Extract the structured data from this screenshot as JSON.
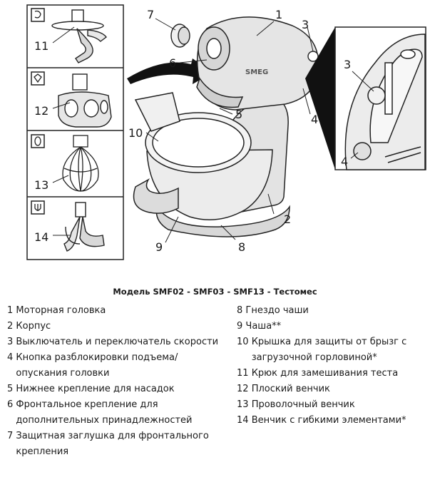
{
  "figure": {
    "callouts": {
      "c1": "1",
      "c2": "2",
      "c3": "3",
      "c3b": "3",
      "c4": "4",
      "c4b": "4",
      "c5": "5",
      "c6": "6",
      "c7": "7",
      "c8": "8",
      "c9": "9",
      "c10": "10",
      "c11": "11",
      "c12": "12",
      "c13": "13",
      "c14": "14"
    },
    "logo_text": "SMEG"
  },
  "caption": "Модель SMF02 - SMF03 - SMF13 - Тестомес",
  "legend_left": [
    {
      "num": "1",
      "text": "Моторная головка"
    },
    {
      "num": "2",
      "text": "Корпус"
    },
    {
      "num": "3",
      "text": "Выключатель и переключатель скорости"
    },
    {
      "num": "4",
      "text": "Кнопка разблокировки подъема/ опускания головки"
    },
    {
      "num": "5",
      "text": "Нижнее крепление для насадок"
    },
    {
      "num": "6",
      "text": "Фронтальное крепление для дополнительных принадлежностей"
    },
    {
      "num": "7",
      "text": "Защитная заглушка для фронтального крепления"
    }
  ],
  "legend_right": [
    {
      "num": "8",
      "text": "Гнездо чаши"
    },
    {
      "num": "9",
      "text": "Чаша**"
    },
    {
      "num": "10",
      "text": "Крышка для защиты от брызг с загрузочной горловиной*"
    },
    {
      "num": "11",
      "text": "Крюк для замешивания теста"
    },
    {
      "num": "12",
      "text": "Плоский венчик"
    },
    {
      "num": "13",
      "text": "Проволочный венчик"
    },
    {
      "num": "14",
      "text": "Венчик с гибкими элементами*"
    }
  ]
}
